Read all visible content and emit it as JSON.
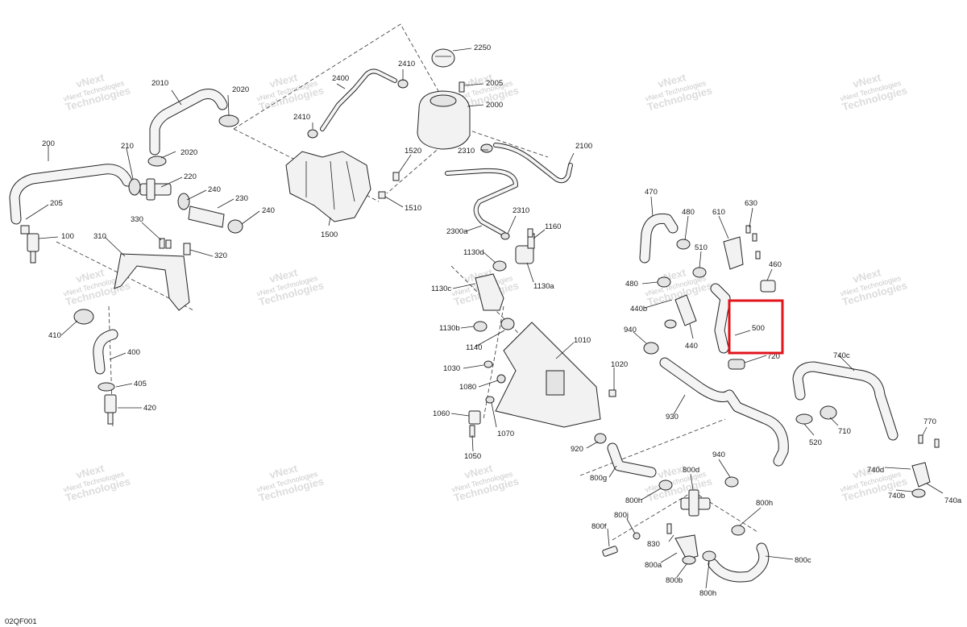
{
  "diagram_code": "02QF001",
  "watermark": {
    "line1": "vNext Technologies",
    "line2": "Technologies"
  },
  "highlight_label": "500",
  "labels": {
    "p2250": "2250",
    "p2005": "2005",
    "p2000": "2000",
    "p2410a": "2410",
    "p2410b": "2410",
    "p2400": "2400",
    "p2020a": "2020",
    "p2020b": "2020",
    "p2010": "2010",
    "p2310a": "2310",
    "p2310b": "2310",
    "p2100": "2100",
    "p1520": "1520",
    "p1510": "1510",
    "p1500": "1500",
    "p2300a": "2300a",
    "p1160": "1160",
    "p1130d": "1130d",
    "p1130a": "1130a",
    "p1130c": "1130c",
    "p1130b": "1130b",
    "p1140": "1140",
    "p1030": "1030",
    "p1080": "1080",
    "p1060": "1060",
    "p1070": "1070",
    "p1050": "1050",
    "p1010": "1010",
    "p1020": "1020",
    "p920": "920",
    "p800g": "800g",
    "p800h1": "800h",
    "p800d": "800d",
    "p800j": "800j",
    "p800f": "800f",
    "p830": "830",
    "p800a": "800a",
    "p800b": "800b",
    "p800h2": "800h",
    "p800h3": "800h",
    "p800c": "800c",
    "p940a": "940",
    "p940b": "940",
    "p930": "930",
    "p470": "470",
    "p480a": "480",
    "p480b": "480",
    "p610": "610",
    "p630": "630",
    "p510": "510",
    "p460": "460",
    "p440b": "440b",
    "p440": "440",
    "p720": "720",
    "p740c": "740c",
    "p520": "520",
    "p710": "710",
    "p770": "770",
    "p740d": "740d",
    "p740b": "740b",
    "p740a": "740a",
    "p200": "200",
    "p210": "210",
    "p220": "220",
    "p205": "205",
    "p100": "100",
    "p240a": "240",
    "p230": "230",
    "p240b": "240",
    "p330": "330",
    "p310": "310",
    "p320": "320",
    "p410": "410",
    "p400": "400",
    "p405": "405",
    "p420": "420"
  }
}
